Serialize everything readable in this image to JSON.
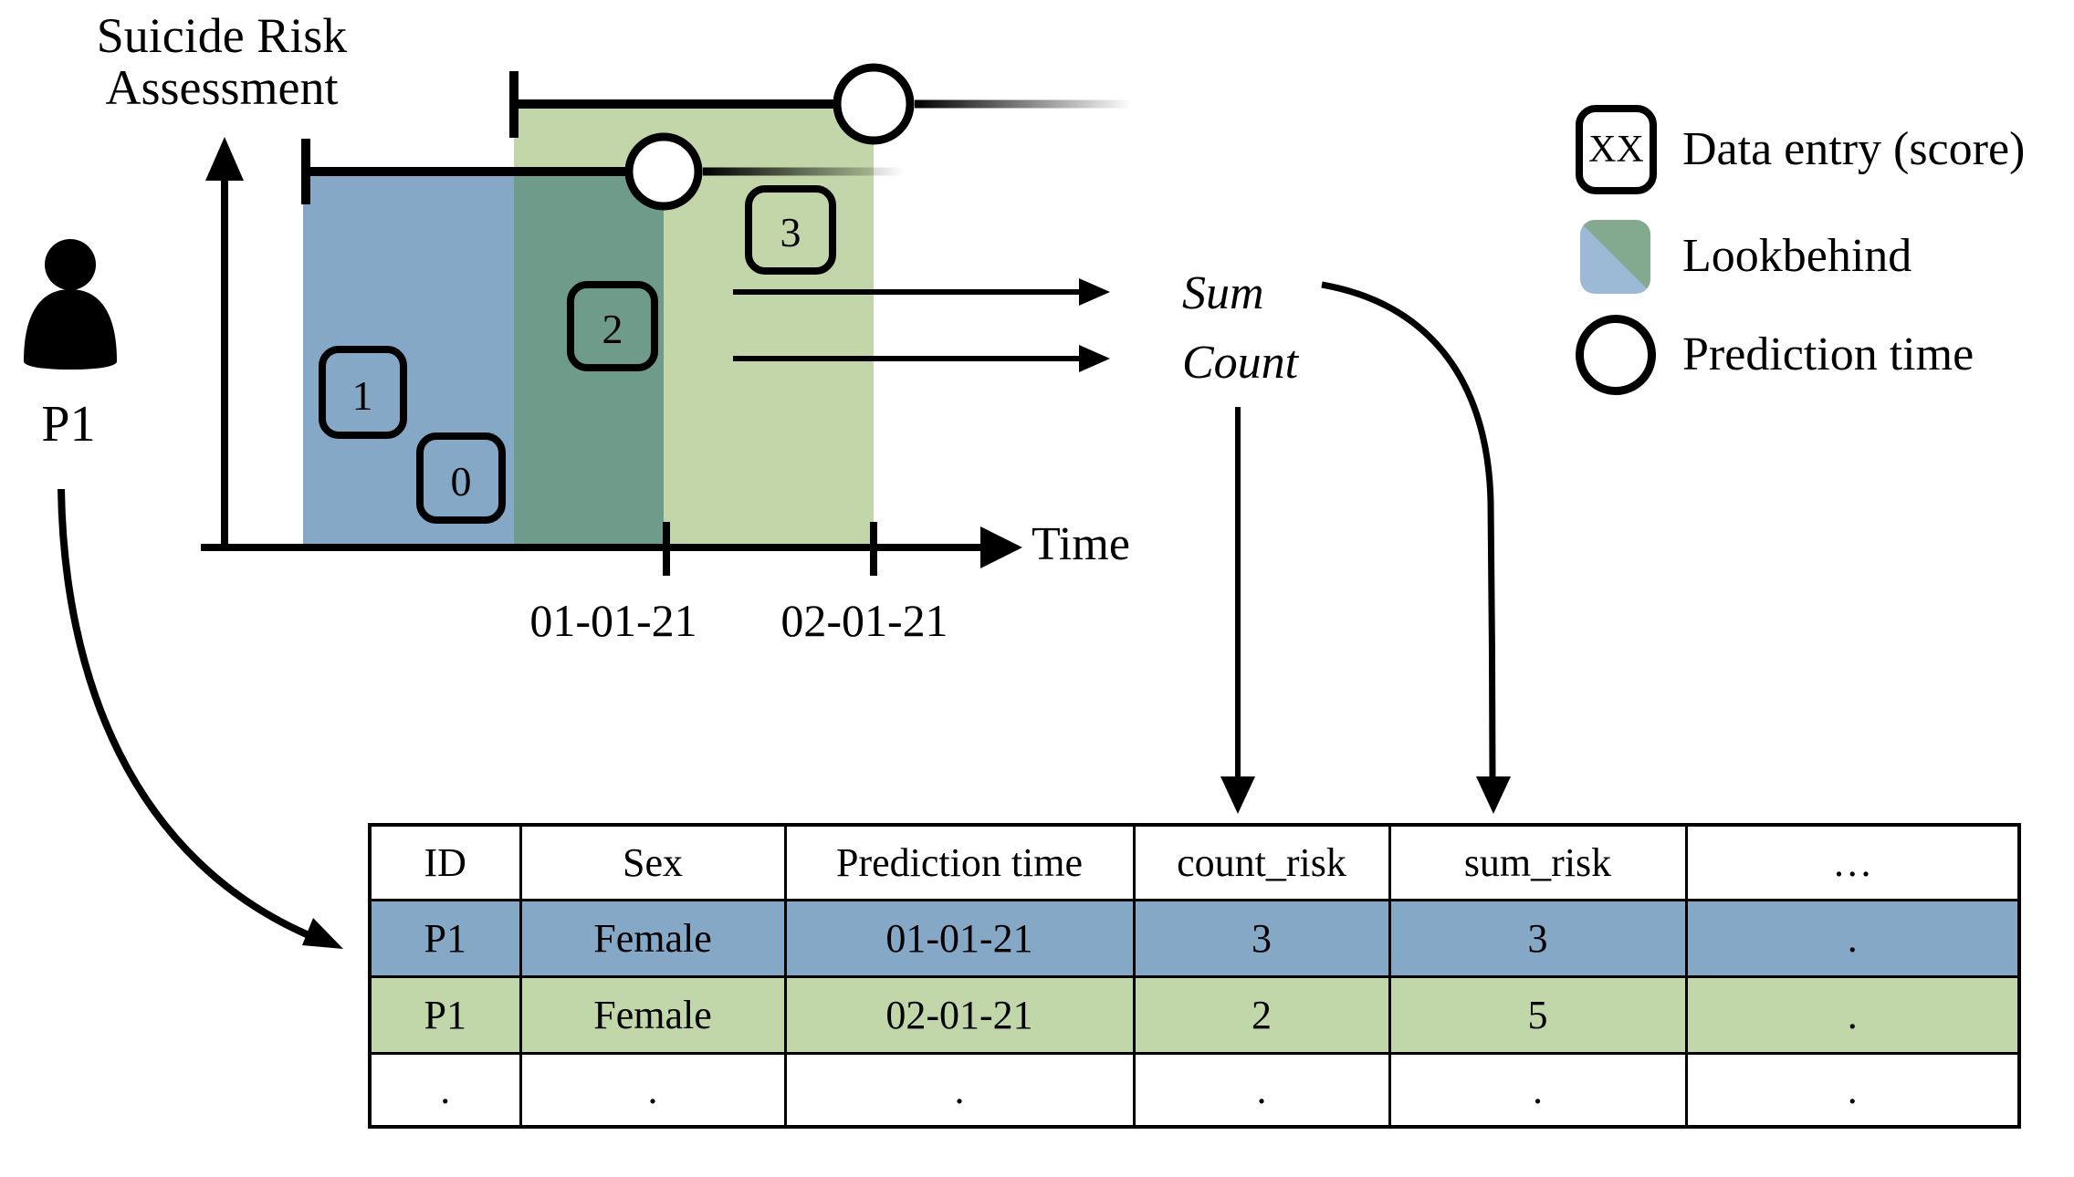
{
  "figure": {
    "title_line1": "Suicide Risk",
    "title_line2": "Assessment",
    "patient_label": "P1",
    "axis": {
      "x_label": "Time",
      "ticks": [
        "01-01-21",
        "02-01-21"
      ]
    },
    "entries": [
      {
        "value": "1"
      },
      {
        "value": "0"
      },
      {
        "value": "2"
      },
      {
        "value": "3"
      }
    ],
    "aggregations": {
      "sum_label": "Sum",
      "count_label": "Count"
    },
    "windows": [
      {
        "color_name": "blue",
        "prediction_time": "01-01-21",
        "entries_in_window": [
          "1",
          "0",
          "2"
        ],
        "count_risk": "3",
        "sum_risk": "3"
      },
      {
        "color_name": "green",
        "prediction_time": "02-01-21",
        "entries_in_window": [
          "2",
          "3"
        ],
        "count_risk": "2",
        "sum_risk": "5"
      }
    ]
  },
  "legend": {
    "items": [
      {
        "icon": "data-entry-box-icon",
        "symbol": "XX",
        "label": "Data entry (score)"
      },
      {
        "icon": "lookbehind-swatch-icon",
        "label": "Lookbehind"
      },
      {
        "icon": "prediction-time-circle-icon",
        "label": "Prediction time"
      }
    ]
  },
  "table": {
    "headers": [
      "ID",
      "Sex",
      "Prediction time",
      "count_risk",
      "sum_risk",
      "…"
    ],
    "rows": [
      {
        "highlight": "blue",
        "cells": [
          "P1",
          "Female",
          "01-01-21",
          "3",
          "3",
          "."
        ]
      },
      {
        "highlight": "green",
        "cells": [
          "P1",
          "Female",
          "02-01-21",
          "2",
          "5",
          "."
        ]
      },
      {
        "highlight": "none",
        "cells": [
          ".",
          ".",
          ".",
          ".",
          ".",
          "."
        ]
      }
    ]
  },
  "colors": {
    "blue": "#86a8c7",
    "green": "#c2d6aa",
    "overlap": "#6f9b8b",
    "row_blue": "#86a8c7",
    "row_green": "#c1d6a9",
    "legend_blue": "#9cb9d6",
    "legend_green": "#83aa8e",
    "line": "#000000"
  }
}
